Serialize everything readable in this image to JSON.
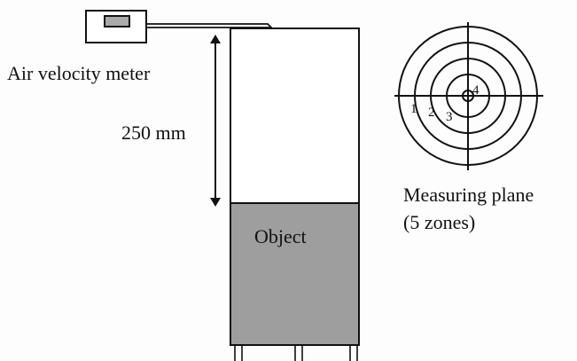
{
  "labels": {
    "meter": "Air velocity meter",
    "distance": "250 mm",
    "object": "Object",
    "plane_line1": "Measuring plane",
    "plane_line2": "(5 zones)"
  },
  "zones": [
    "1",
    "2",
    "3",
    "4"
  ],
  "colors": {
    "object_fill": "#9e9e9e",
    "meter_display": "#aaaaaa",
    "line": "#111111",
    "background": "#fdfdfd"
  }
}
